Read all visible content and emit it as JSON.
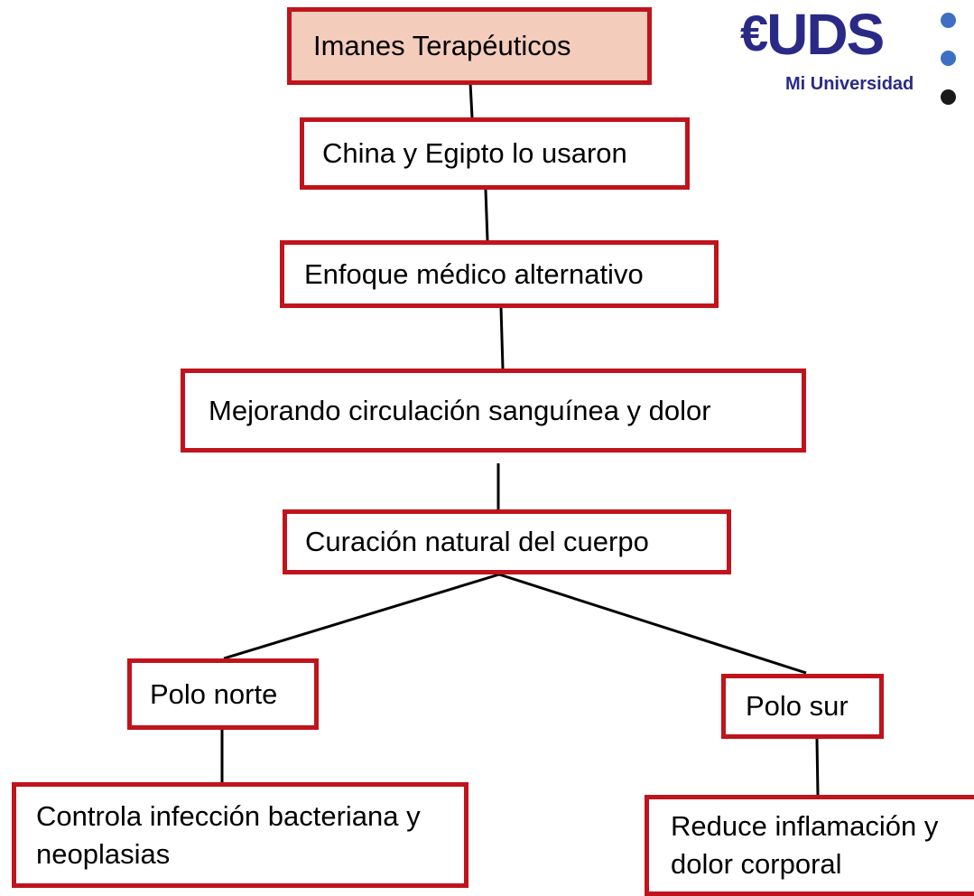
{
  "diagram": {
    "title": "Imanes Terapéuticos",
    "nodes": [
      {
        "id": "n1",
        "text": "China y Egipto lo usaron"
      },
      {
        "id": "n2",
        "text": "Enfoque médico alternativo"
      },
      {
        "id": "n3",
        "text": "Mejorando circulación sanguínea y dolor"
      },
      {
        "id": "n4",
        "text": "Curación natural del cuerpo"
      },
      {
        "id": "n5",
        "text": "Polo norte"
      },
      {
        "id": "n6",
        "text": "Polo sur"
      },
      {
        "id": "n7",
        "text": "Controla infección bacteriana y neoplasias"
      },
      {
        "id": "n8",
        "text": "Reduce inflamación y dolor corporal"
      }
    ],
    "edges": [
      {
        "from": "title",
        "to": "n1"
      },
      {
        "from": "n1",
        "to": "n2"
      },
      {
        "from": "n2",
        "to": "n3"
      },
      {
        "from": "n3",
        "to": "n4"
      },
      {
        "from": "n4",
        "to": "n5"
      },
      {
        "from": "n4",
        "to": "n6"
      },
      {
        "from": "n5",
        "to": "n7"
      },
      {
        "from": "n6",
        "to": "n8"
      }
    ]
  },
  "logo": {
    "wordmark": "UDS",
    "tagline": "Mi Universidad"
  },
  "colors": {
    "border": "#C0141C",
    "title_fill": "#F4CCBC",
    "logo_primary": "#2A2A86",
    "logo_dot_blue": "#3F6FC4",
    "logo_dot_dark": "#1A1A1A"
  }
}
